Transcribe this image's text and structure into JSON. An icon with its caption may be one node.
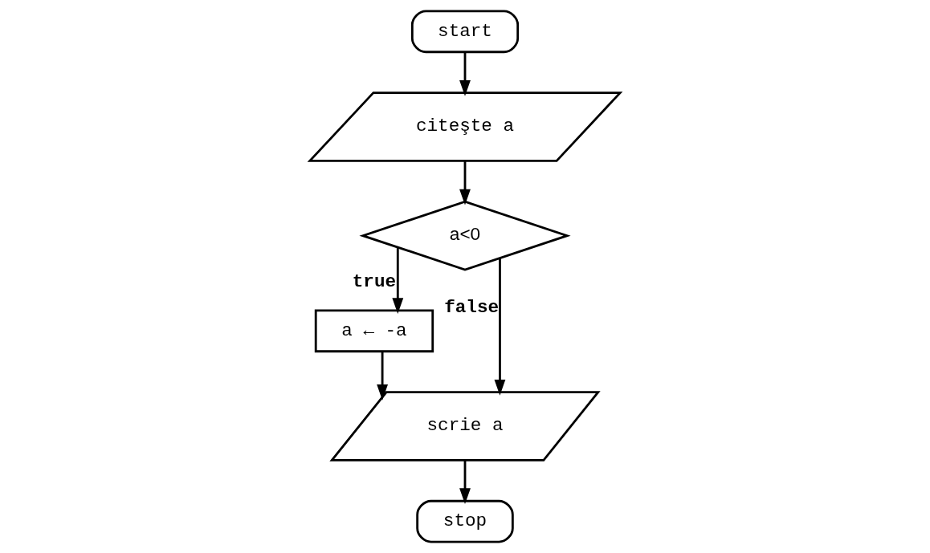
{
  "diagram": {
    "nodes": [
      {
        "text": [
          "start"
        ]
      },
      {
        "text": [
          "citeşte a"
        ]
      },
      {
        "text": [
          "a<0"
        ]
      },
      {
        "text": [
          "a ← -a"
        ]
      },
      {
        "text": [
          "scrie a"
        ]
      },
      {
        "text": [
          "stop"
        ]
      }
    ],
    "edges": [
      {
        "from": 0,
        "to": 1,
        "arrow": "to"
      },
      {
        "from": 1,
        "to": 2,
        "arrow": "to"
      },
      {
        "from": 2,
        "to": 3,
        "arrow": "to",
        "label": "true"
      },
      {
        "from": 2,
        "to": 4,
        "arrow": "to",
        "label": "false"
      },
      {
        "from": 3,
        "to": 4,
        "arrow": "to"
      },
      {
        "from": 4,
        "to": 5,
        "arrow": "to"
      }
    ]
  }
}
